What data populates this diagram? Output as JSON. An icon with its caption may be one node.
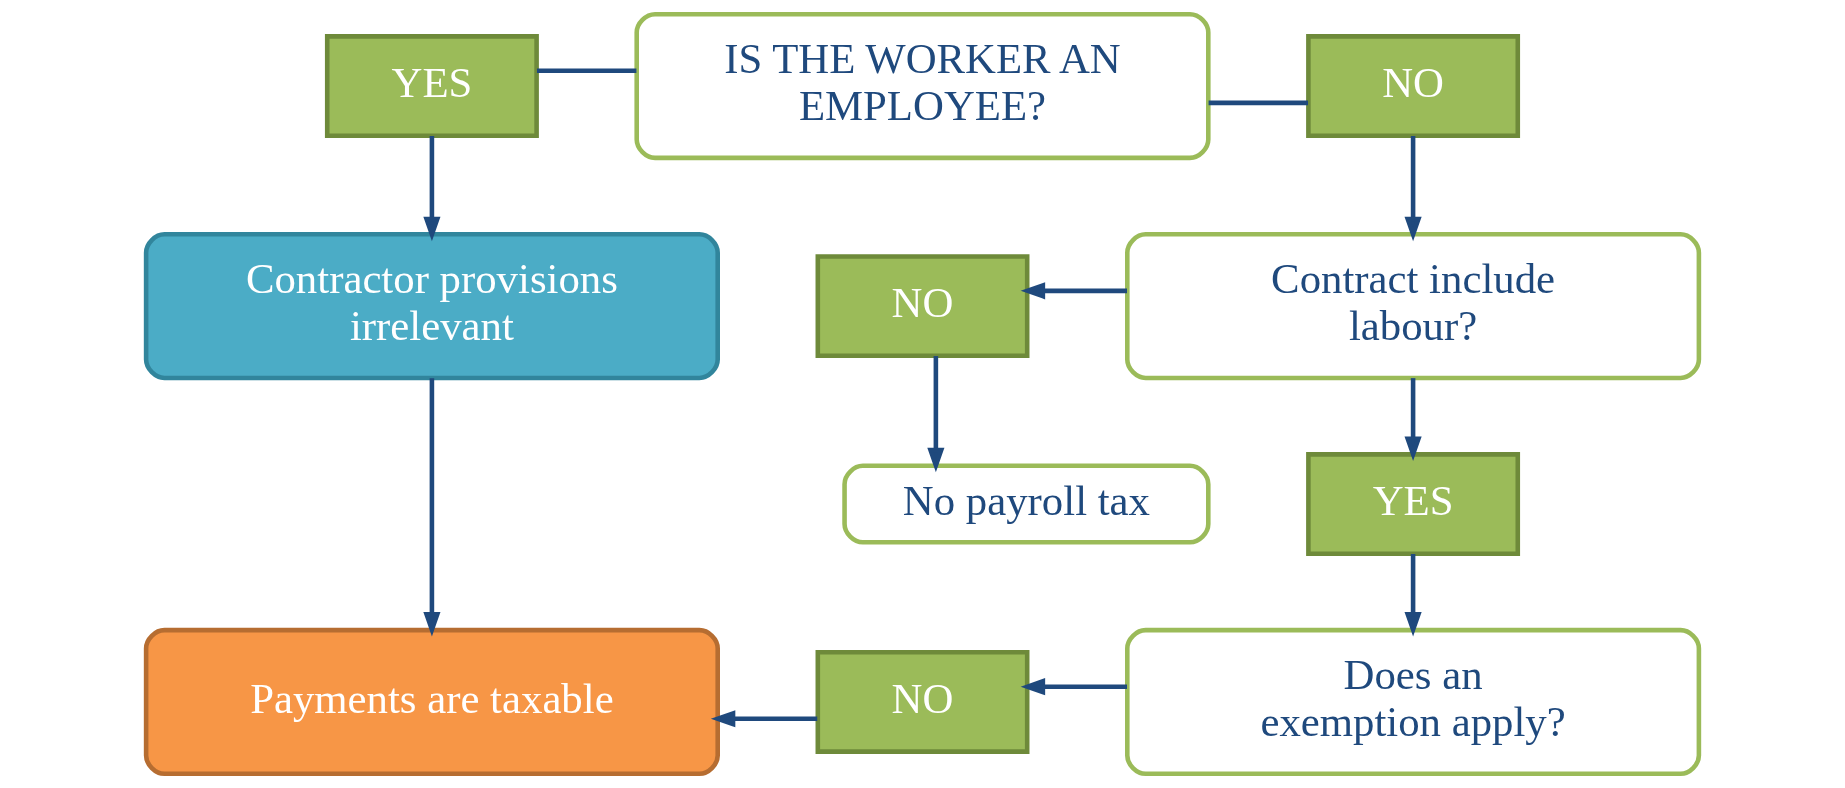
{
  "diagram": {
    "nodes": [
      {
        "text": [
          "IS THE WORKER AN EMPLOYEE?"
        ]
      },
      {
        "text": [
          "YES"
        ]
      },
      {
        "text": [
          "NO"
        ]
      },
      {
        "text": [
          "Contractor provisions irrelevant"
        ]
      },
      {
        "text": [
          "Contract include labour?"
        ]
      },
      {
        "text": [
          "NO"
        ]
      },
      {
        "text": [
          "No payroll tax"
        ]
      },
      {
        "text": [
          "YES"
        ]
      },
      {
        "text": [
          "Payments are taxable"
        ]
      },
      {
        "text": [
          "Does an exemption apply?"
        ]
      },
      {
        "text": [
          "NO"
        ]
      }
    ],
    "edges": [
      {
        "from": 0,
        "to": 1,
        "arrow": "none"
      },
      {
        "from": 0,
        "to": 2,
        "arrow": "none"
      },
      {
        "from": 1,
        "to": 3,
        "arrow": "to"
      },
      {
        "from": 2,
        "to": 4,
        "arrow": "to"
      },
      {
        "from": 4,
        "to": 5,
        "arrow": "to"
      },
      {
        "from": 5,
        "to": 6,
        "arrow": "to"
      },
      {
        "from": 4,
        "to": 7,
        "arrow": "to"
      },
      {
        "from": 3,
        "to": 8,
        "arrow": "to"
      },
      {
        "from": 7,
        "to": 9,
        "arrow": "to"
      },
      {
        "from": 9,
        "to": 10,
        "arrow": "to"
      },
      {
        "from": 10,
        "to": 8,
        "arrow": "to"
      }
    ]
  }
}
